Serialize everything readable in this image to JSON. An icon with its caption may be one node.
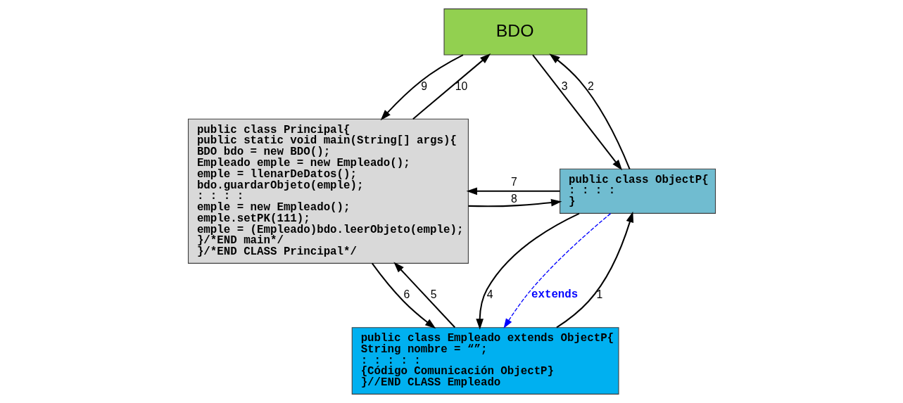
{
  "diagram": {
    "nodes": [
      {
        "text": [
          "BDO"
        ]
      },
      {
        "text": [
          "public class Principal{",
          "public static void main(String[] args){",
          "BDO bdo = new BDO();",
          "Empleado emple = new Empleado();",
          "emple = llenarDeDatos();",
          "bdo.guardarObjeto(emple);",
          ": : : :",
          "emple = new Empleado();",
          "emple.setPK(111);",
          "emple = (Empleado)bdo.leerObjeto(emple);",
          "}/*END main*/",
          "}/*END CLASS Principal*/"
        ]
      },
      {
        "text": [
          "public class ObjectP{",
          ": : : :",
          "}"
        ]
      },
      {
        "text": [
          "public class Empleado extends ObjectP{",
          "String nombre = “”;",
          ": : : : :",
          "{Código Comunicación ObjectP}",
          "}//END CLASS Empleado"
        ]
      }
    ],
    "edges": [
      {
        "from": 3,
        "to": 2,
        "arrow": "to",
        "label": "1"
      },
      {
        "from": 2,
        "to": 0,
        "arrow": "to",
        "label": "2"
      },
      {
        "from": 0,
        "to": 2,
        "arrow": "to",
        "label": "3"
      },
      {
        "from": 2,
        "to": 3,
        "arrow": "to",
        "label": "4"
      },
      {
        "from": 3,
        "to": 1,
        "arrow": "to",
        "label": "5"
      },
      {
        "from": 1,
        "to": 3,
        "arrow": "to",
        "label": "6"
      },
      {
        "from": 2,
        "to": 1,
        "arrow": "to",
        "label": "7"
      },
      {
        "from": 1,
        "to": 2,
        "arrow": "to",
        "label": "8"
      },
      {
        "from": 0,
        "to": 1,
        "arrow": "to",
        "label": "9"
      },
      {
        "from": 1,
        "to": 0,
        "arrow": "to",
        "label": "10"
      },
      {
        "from": 2,
        "to": 3,
        "arrow": "to",
        "label": "extends",
        "style": "dashed",
        "color": "#0000ff"
      }
    ]
  }
}
